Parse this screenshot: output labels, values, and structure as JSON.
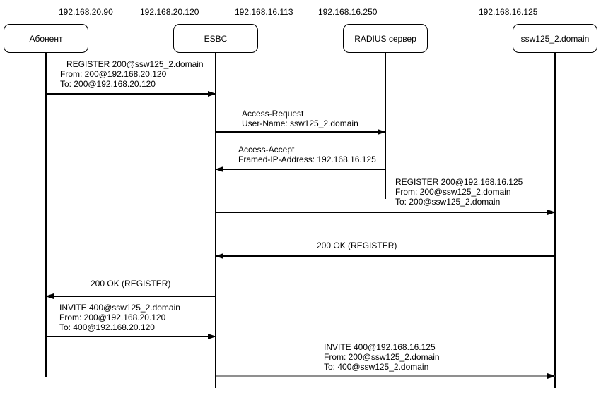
{
  "diagram": {
    "type": "sequence-diagram",
    "ip_row": [
      "192.168.20.90",
      "192.168.20.120",
      "192.168.16.113",
      "192.168.16.250",
      "192.168.16.125"
    ],
    "actors": [
      {
        "name": "Абонент"
      },
      {
        "name": "ESBC"
      },
      {
        "name": "RADIUS сервер"
      },
      {
        "name": "ssw125_2.domain"
      }
    ],
    "messages": [
      {
        "from": "Абонент",
        "to": "ESBC",
        "lines": [
          "REGISTER 200@ssw125_2.domain",
          "From: 200@192.168.20.120",
          "To: 200@192.168.20.120"
        ]
      },
      {
        "from": "ESBC",
        "to": "RADIUS сервер",
        "lines": [
          "Access-Request",
          "User-Name: ssw125_2.domain"
        ]
      },
      {
        "from": "RADIUS сервер",
        "to": "ESBC",
        "lines": [
          "Access-Accept",
          "Framed-IP-Address: 192.168.16.125"
        ]
      },
      {
        "from": "ESBC",
        "to": "ssw125_2.domain",
        "lines": [
          "REGISTER 200@192.168.16.125",
          "From: 200@ssw125_2.domain",
          "To: 200@ssw125_2.domain"
        ]
      },
      {
        "from": "ssw125_2.domain",
        "to": "ESBC",
        "lines": [
          "200 OK (REGISTER)"
        ]
      },
      {
        "from": "ESBC",
        "to": "Абонент",
        "lines": [
          "200 OK (REGISTER)"
        ]
      },
      {
        "from": "Абонент",
        "to": "ESBC",
        "lines": [
          "INVITE 400@ssw125_2.domain",
          "From: 200@192.168.20.120",
          "To: 400@192.168.20.120"
        ]
      },
      {
        "from": "ESBC",
        "to": "ssw125_2.domain",
        "lines": [
          "INVITE 400@192.168.16.125",
          "From: 200@ssw125_2.domain",
          "To: 400@ssw125_2.domain"
        ]
      }
    ],
    "colors": {
      "line": "#000000",
      "muted_line": "#8f8f8f",
      "text": "#000000",
      "background": "#ffffff"
    }
  }
}
